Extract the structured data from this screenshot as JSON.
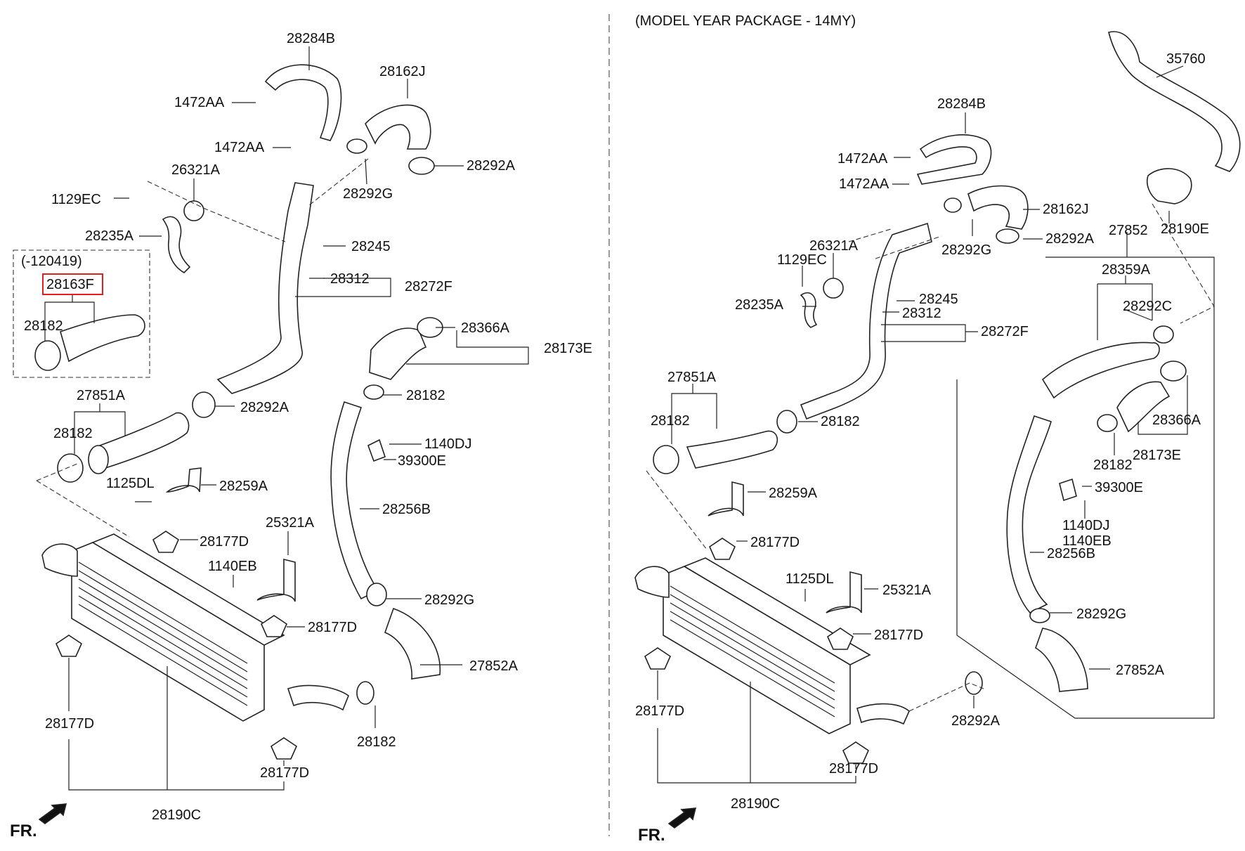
{
  "header": {
    "model_year": "(MODEL YEAR PACKAGE - 14MY)"
  },
  "left": {
    "p28284B": "28284B",
    "p1472AA_a": "1472AA",
    "p1472AA_b": "1472AA",
    "p28162J": "28162J",
    "p28292A_top": "28292A",
    "p28292G_top": "28292G",
    "p26321A": "26321A",
    "p1129EC": "1129EC",
    "p28235A": "28235A",
    "p28245": "28245",
    "p28312": "28312",
    "p28272F": "28272F",
    "range_note": "(-120419)",
    "p28163F": "28163F",
    "p28182_box": "28182",
    "p28366A": "28366A",
    "p28173E": "28173E",
    "p28182_mid": "28182",
    "p27851A": "27851A",
    "p28182_left": "28182",
    "p28292A_mid": "28292A",
    "p1140DJ": "1140DJ",
    "p39300E": "39300E",
    "p1125DL": "1125DL",
    "p28259A": "28259A",
    "p28256B": "28256B",
    "p25321A": "25321A",
    "p28177D_a": "28177D",
    "p1140EB": "1140EB",
    "p28292G_low": "28292G",
    "p28177D_b": "28177D",
    "p27852A": "27852A",
    "p28177D_c": "28177D",
    "p28182_bot": "28182",
    "p28177D_d": "28177D",
    "p28190C": "28190C",
    "fr": "FR."
  },
  "right": {
    "p35760": "35760",
    "p28284B": "28284B",
    "p1472AA_a": "1472AA",
    "p1472AA_b": "1472AA",
    "p28162J": "28162J",
    "p28190E": "28190E",
    "p27852": "27852",
    "p26321A": "26321A",
    "p28292G_top": "28292G",
    "p28292A_top": "28292A",
    "p1129EC": "1129EC",
    "p28359A": "28359A",
    "p28245": "28245",
    "p28235A": "28235A",
    "p28312": "28312",
    "p28292C": "28292C",
    "p28272F": "28272F",
    "p27851A": "27851A",
    "p28366A": "28366A",
    "p28182_a": "28182",
    "p28182_b": "28182",
    "p28182_c": "28182",
    "p28173E": "28173E",
    "p39300E": "39300E",
    "p28259A": "28259A",
    "p1140DJ": "1140DJ",
    "p1140EB": "1140EB",
    "p28177D_a": "28177D",
    "p28256B": "28256B",
    "p1125DL": "1125DL",
    "p25321A": "25321A",
    "p28292G_low": "28292G",
    "p28177D_b": "28177D",
    "p27852A": "27852A",
    "p28177D_c": "28177D",
    "p28292A_low": "28292A",
    "p28177D_d": "28177D",
    "p28190C": "28190C",
    "fr": "FR."
  },
  "colors": {
    "line": "#222222",
    "highlight": "#e02020",
    "background": "#ffffff"
  }
}
